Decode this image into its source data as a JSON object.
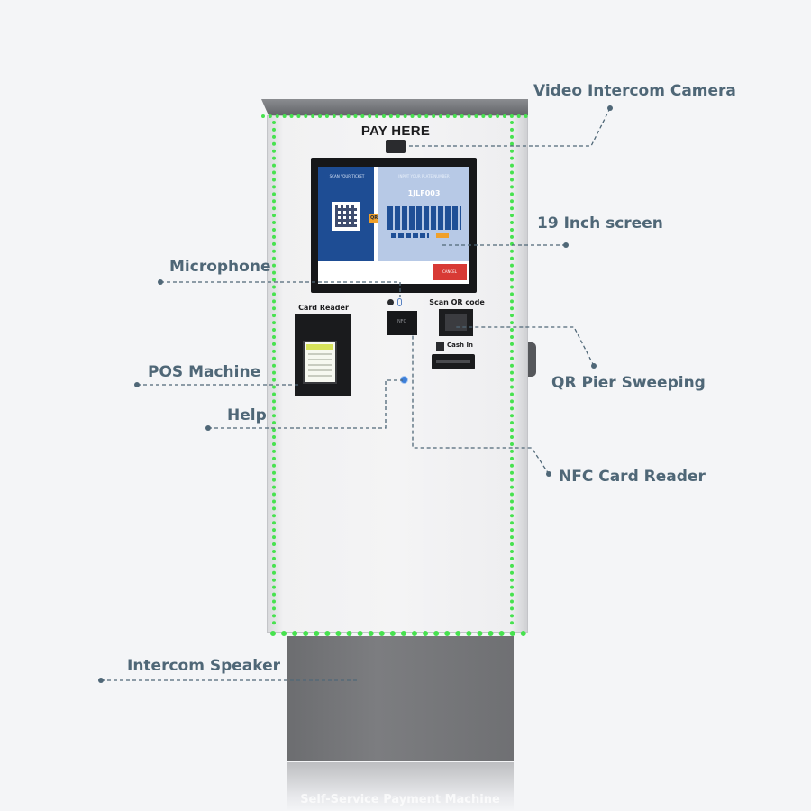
{
  "kiosk": {
    "header": "PAY HERE",
    "screen": {
      "left_title": "SCAN YOUR TICKET",
      "qr_badge": "QR",
      "right_title": "INPUT YOUR PLATE NUMBER",
      "plate_number": "1JLF003",
      "cancel_label": "CANCEL"
    },
    "nfc_label": "NFC",
    "card_reader_label": "Card Reader",
    "scan_qr_label": "Scan QR code",
    "cash_in_label": "Cash In",
    "reflection_text": "Self-Service Payment Machine",
    "led_color": "#47e24f"
  },
  "callouts": {
    "video_intercom_camera": "Video Intercom Camera",
    "screen_19_inch": "19 Inch screen",
    "microphone": "Microphone",
    "pos_machine": "POS Machine",
    "help": "Help",
    "qr_pier_sweeping": "QR Pier Sweeping",
    "nfc_card_reader": "NFC Card Reader",
    "intercom_speaker": "Intercom Speaker"
  },
  "colors": {
    "callout_text": "#4f6777",
    "background": "#f4f5f7",
    "screen_blue": "#1e4d94",
    "accent_orange": "#f0a02a",
    "cancel_red": "#d83a35"
  }
}
